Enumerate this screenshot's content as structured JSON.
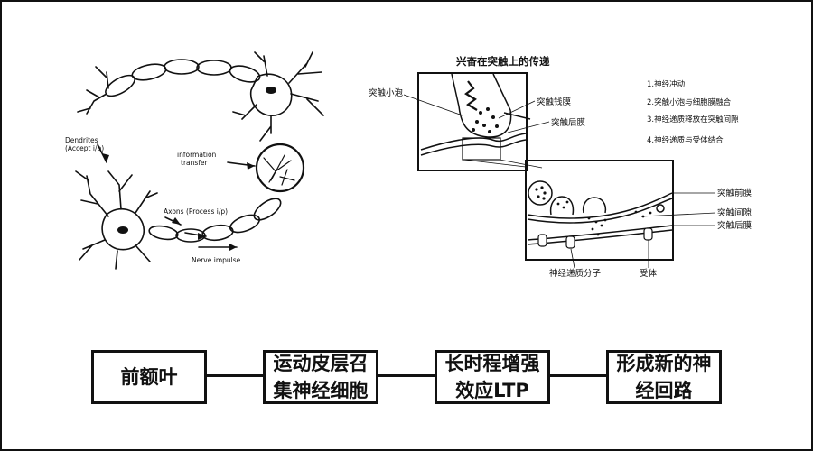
{
  "neuron_panel": {
    "dendrites_label": "Dendrites",
    "dendrites_sublabel": "(Accept i/p)",
    "information_label": "information",
    "transfer_label": "transfer",
    "axons_label": "Axons (Process i/p)",
    "impulse_label": "Nerve impulse"
  },
  "synapse_panel": {
    "title": "兴奋在突触上的传递",
    "vesicle_label": "突触小泡",
    "knob_label": "突触钱膜",
    "post_membrane_label": "突触后膜",
    "steps": [
      "1.神经冲动",
      "2.突触小泡与细胞膜融合",
      "3.神经递质释放在突触间隙",
      "4.神经递质与受体结合"
    ],
    "detail": {
      "pre_membrane_label": "突触前膜",
      "cleft_label": "突触间隙",
      "post_membrane_label": "突触后膜",
      "transmitter_label": "神经递质分子",
      "receptor_label": "受体"
    }
  },
  "flow": {
    "boxes": [
      {
        "line1": "前额叶",
        "line2": ""
      },
      {
        "line1": "运动皮层召",
        "line2": "集神经细胞"
      },
      {
        "line1": "长时程增强",
        "line2": "效应LTP"
      },
      {
        "line1": "形成新的神",
        "line2": "经回路"
      }
    ]
  }
}
